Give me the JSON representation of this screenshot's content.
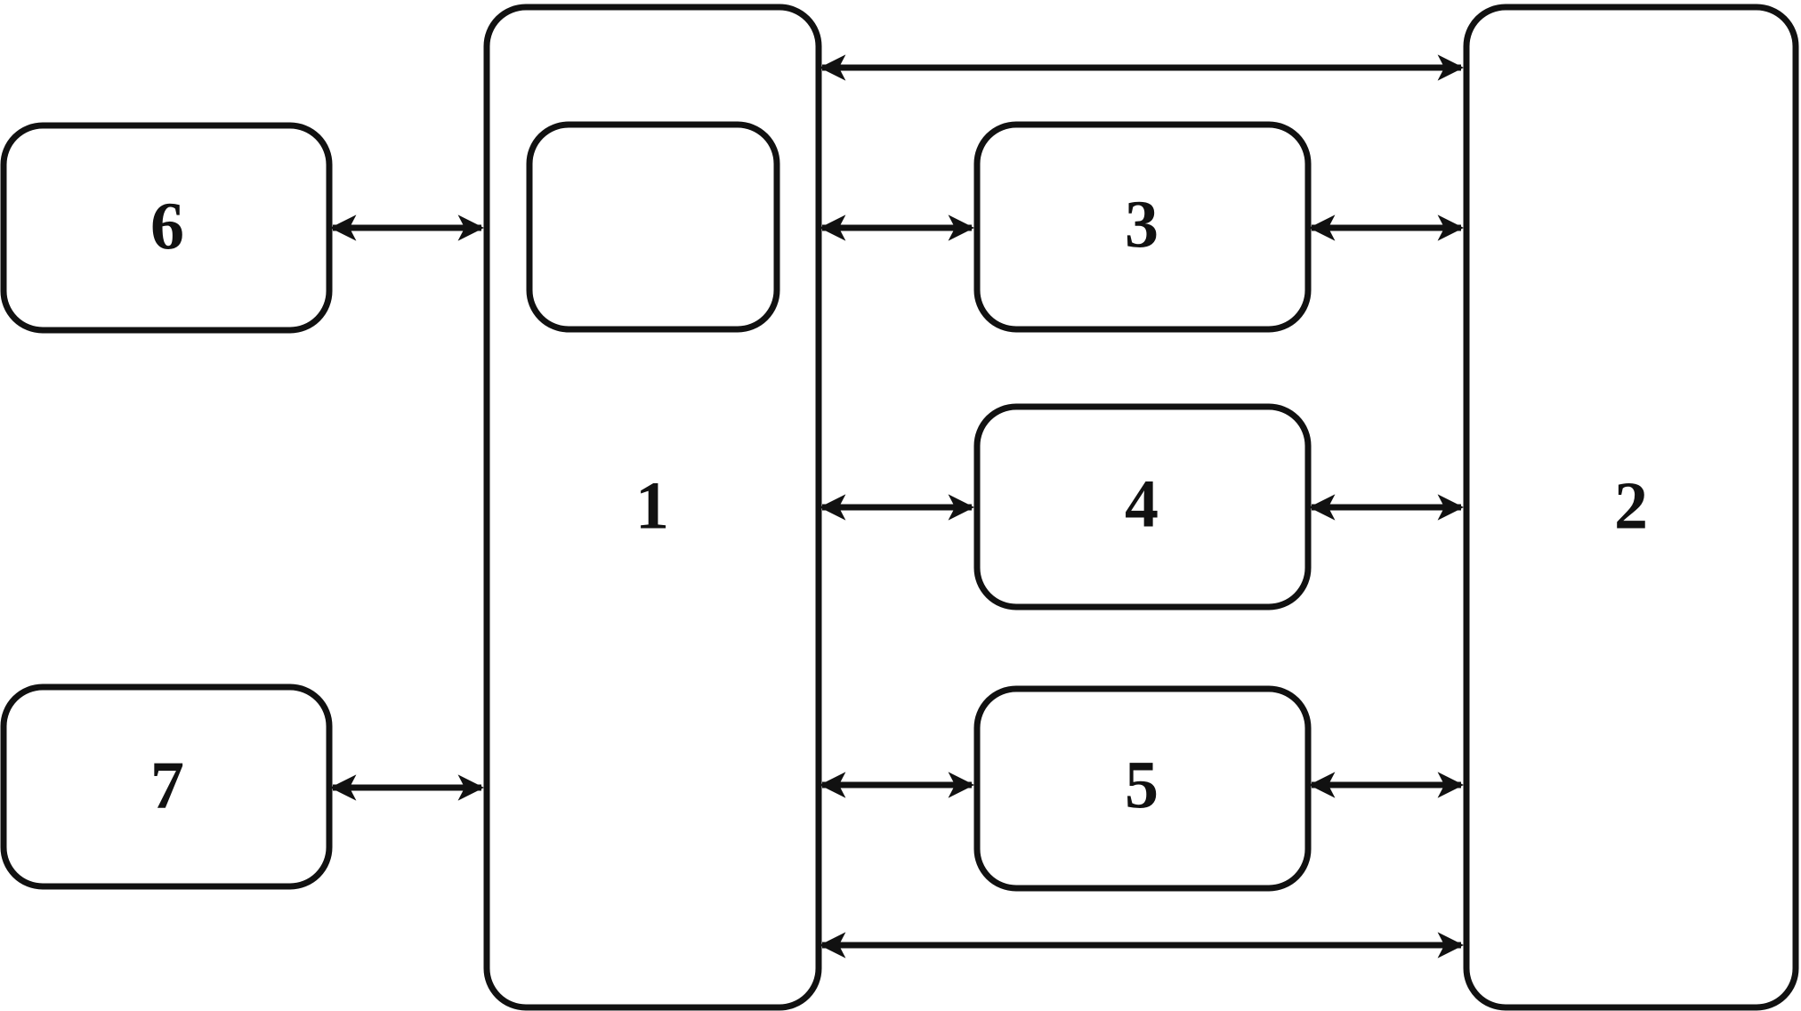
{
  "diagram": {
    "nodes": [
      {
        "id": "box-1",
        "label": "1"
      },
      {
        "id": "box-1-inner",
        "label": ""
      },
      {
        "id": "box-2",
        "label": "2"
      },
      {
        "id": "box-3",
        "label": "3"
      },
      {
        "id": "box-4",
        "label": "4"
      },
      {
        "id": "box-5",
        "label": "5"
      },
      {
        "id": "box-6",
        "label": "6"
      },
      {
        "id": "box-7",
        "label": "7"
      }
    ],
    "edges": [
      {
        "from": "box-6",
        "to": "box-1",
        "direction": "bidirectional"
      },
      {
        "from": "box-7",
        "to": "box-1",
        "direction": "bidirectional"
      },
      {
        "from": "box-1",
        "to": "box-2",
        "direction": "bidirectional"
      },
      {
        "from": "box-1",
        "to": "box-3",
        "direction": "bidirectional"
      },
      {
        "from": "box-3",
        "to": "box-2",
        "direction": "bidirectional"
      },
      {
        "from": "box-1",
        "to": "box-4",
        "direction": "bidirectional"
      },
      {
        "from": "box-4",
        "to": "box-2",
        "direction": "bidirectional"
      },
      {
        "from": "box-1",
        "to": "box-5",
        "direction": "bidirectional"
      },
      {
        "from": "box-5",
        "to": "box-2",
        "direction": "bidirectional"
      },
      {
        "from": "box-1",
        "to": "box-2",
        "direction": "bidirectional"
      }
    ],
    "colors": {
      "stroke": "#111111",
      "background": "#ffffff"
    }
  }
}
